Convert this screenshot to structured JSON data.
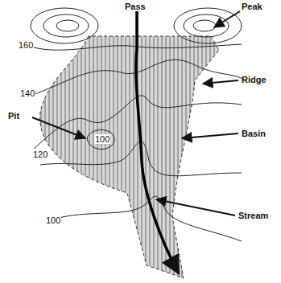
{
  "diagram": {
    "labels": [
      "Pass",
      "Peak",
      "Ridge",
      "Pit",
      "Basin",
      "Stream",
      "160",
      "140",
      "120",
      "100",
      "100"
    ]
  }
}
